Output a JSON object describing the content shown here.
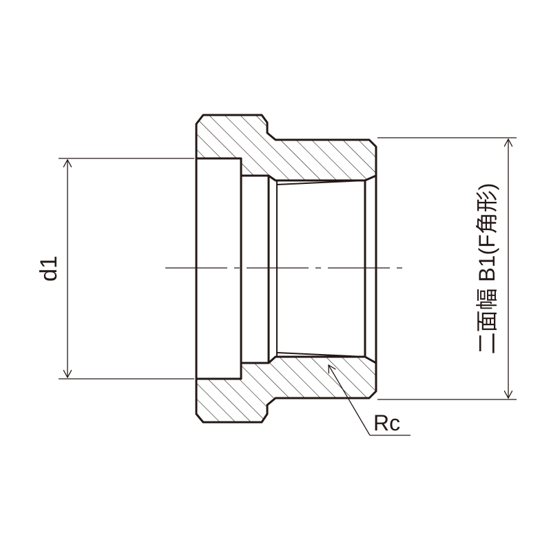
{
  "labels": {
    "d1": "d1",
    "rc": "Rc",
    "width_across_flats": "二面幅 B1(F角形)"
  },
  "colors": {
    "line": "#231815",
    "background": "#ffffff"
  }
}
